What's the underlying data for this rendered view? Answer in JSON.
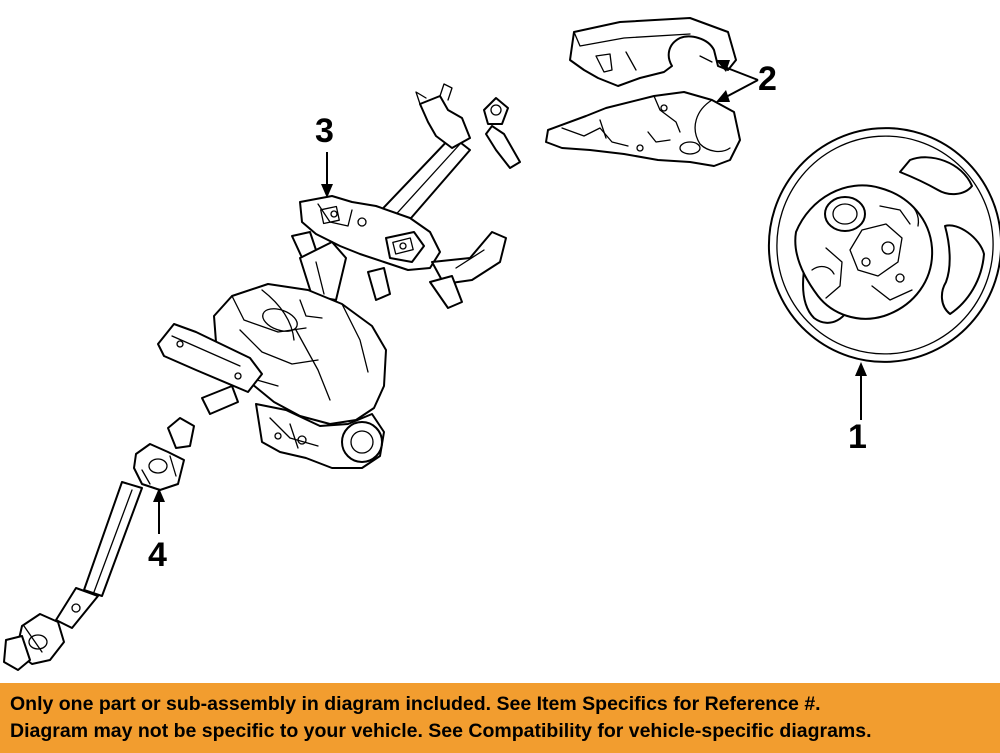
{
  "diagram": {
    "callouts": [
      {
        "id": "1",
        "label": "1"
      },
      {
        "id": "2",
        "label": "2"
      },
      {
        "id": "3",
        "label": "3"
      },
      {
        "id": "4",
        "label": "4"
      }
    ],
    "parts": [
      {
        "icon": "steering-wheel-icon"
      },
      {
        "icon": "column-cover-icon"
      },
      {
        "icon": "steering-column-icon"
      },
      {
        "icon": "intermediate-shaft-icon"
      }
    ]
  },
  "footer": {
    "line1": "Only one part or sub-assembly in diagram included. See Item Specifics for Reference #.",
    "line2": "Diagram may not be specific to your vehicle. See Compatibility for vehicle-specific diagrams."
  },
  "colors": {
    "footer_background": "#f29d2f",
    "line_art": "#000000",
    "background": "#ffffff"
  }
}
